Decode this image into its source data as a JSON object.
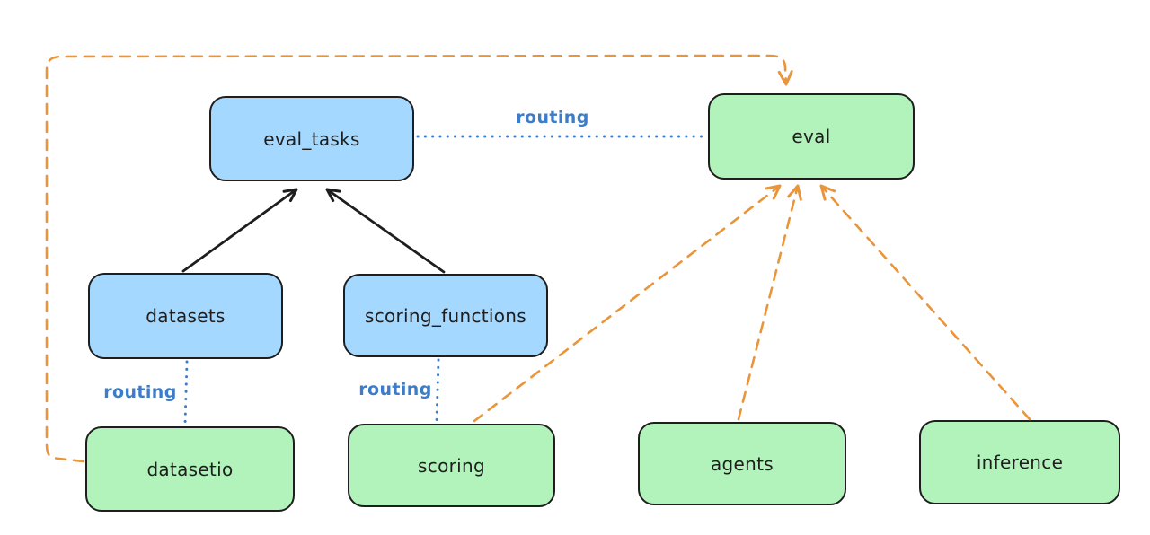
{
  "diagram": {
    "colors": {
      "blue_fill": "#a5d8ff",
      "green_fill": "#b2f2bb",
      "stroke_black": "#1e1e1e",
      "routing_blue": "#3d7cc9",
      "orange": "#e8953c"
    },
    "nodes": {
      "eval_tasks": {
        "label": "eval_tasks",
        "fill": "#a5d8ff"
      },
      "eval": {
        "label": "eval",
        "fill": "#b2f2bb"
      },
      "datasets": {
        "label": "datasets",
        "fill": "#a5d8ff"
      },
      "scoring_functions": {
        "label": "scoring_functions",
        "fill": "#a5d8ff"
      },
      "datasetio": {
        "label": "datasetio",
        "fill": "#b2f2bb"
      },
      "scoring": {
        "label": "scoring",
        "fill": "#b2f2bb"
      },
      "agents": {
        "label": "agents",
        "fill": "#b2f2bb"
      },
      "inference": {
        "label": "inference",
        "fill": "#b2f2bb"
      }
    },
    "edges": [
      {
        "from": "datasets",
        "to": "eval_tasks",
        "style": "solid-arrow",
        "color": "#1e1e1e",
        "label": ""
      },
      {
        "from": "scoring_functions",
        "to": "eval_tasks",
        "style": "solid-arrow",
        "color": "#1e1e1e",
        "label": ""
      },
      {
        "from": "eval_tasks",
        "to": "eval",
        "style": "dotted",
        "color": "#3d7cc9",
        "label": "routing"
      },
      {
        "from": "datasets",
        "to": "datasetio",
        "style": "dotted",
        "color": "#3d7cc9",
        "label": "routing"
      },
      {
        "from": "scoring_functions",
        "to": "scoring",
        "style": "dotted",
        "color": "#3d7cc9",
        "label": "routing"
      },
      {
        "from": "datasetio",
        "to": "eval",
        "style": "dashed-arrow",
        "color": "#e8953c",
        "label": ""
      },
      {
        "from": "scoring",
        "to": "eval",
        "style": "dashed-arrow",
        "color": "#e8953c",
        "label": ""
      },
      {
        "from": "agents",
        "to": "eval",
        "style": "dashed-arrow",
        "color": "#e8953c",
        "label": ""
      },
      {
        "from": "inference",
        "to": "eval",
        "style": "dashed-arrow",
        "color": "#e8953c",
        "label": ""
      }
    ]
  }
}
